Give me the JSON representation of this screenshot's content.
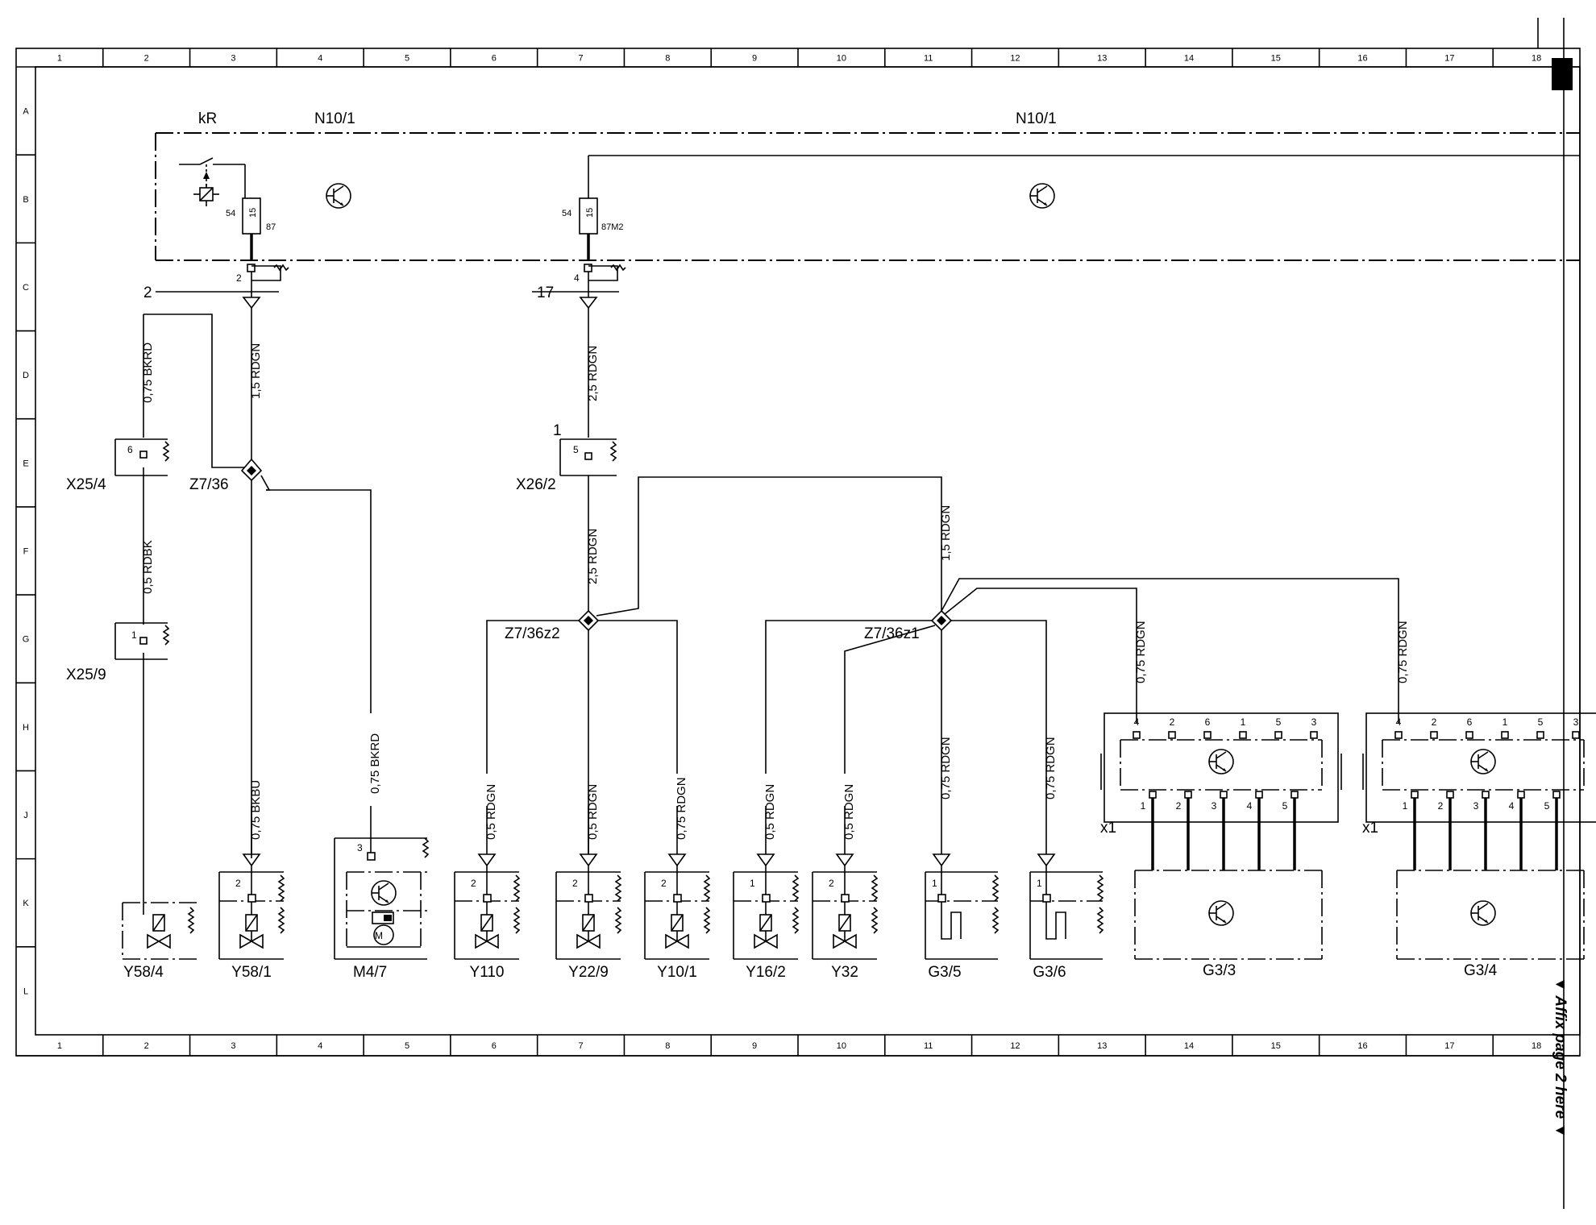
{
  "frame": {
    "columns": [
      "1",
      "2",
      "3",
      "4",
      "5",
      "6",
      "7",
      "8",
      "9",
      "10",
      "11",
      "12",
      "13",
      "14",
      "15",
      "16",
      "17",
      "18"
    ],
    "rows": [
      "A",
      "B",
      "C",
      "D",
      "E",
      "F",
      "G",
      "H",
      "J",
      "K",
      "L"
    ]
  },
  "modules": {
    "kR": "kR",
    "N10_1_left": "N10/1",
    "N10_1_right": "N10/1"
  },
  "relay_terms": {
    "t54": "54",
    "t15": "15",
    "t87": "87",
    "t87M2": "87M2"
  },
  "pins": {
    "p2": "2",
    "p4": "4",
    "lbl2": "2",
    "lbl17": "17",
    "x26_pin": "1"
  },
  "wires": {
    "w_bkrd_1": "0,75 BKRD",
    "w_rdgn_15": "1,5 RDGN",
    "w_rdgn_25a": "2,5 RDGN",
    "w_rdbk": "0,5 RDBK",
    "w_rdgn_25b": "2,5 RDGN",
    "w_rdgn_15b": "1,5 RDGN",
    "w_rdgn_075_g33": "0,75 RDGN",
    "w_rdgn_075_g34": "0,75 RDGN",
    "w_bkrd_2": "0,75 BKRD",
    "w_bkbu": "0,75 BKBU",
    "w_y110": "0,5 RDGN",
    "w_y229": "0,5 RDGN",
    "w_y101": "0,75 RDGN",
    "w_y162": "0,5 RDGN",
    "w_y32": "0,5 RDGN",
    "w_g35": "0,75 RDGN",
    "w_g36": "0,75 RDGN"
  },
  "connectors": {
    "x25_4": "X25/4",
    "x25_9": "X25/9",
    "x26_2": "X26/2",
    "x25_4_pin": "6",
    "x25_9_pin": "1",
    "x26_2_pin": "5"
  },
  "splices": {
    "z7_36": "Z7/36",
    "z7_36z2": "Z7/36z2",
    "z7_36z1": "Z7/36z1"
  },
  "components": {
    "y58_4": "Y58/4",
    "y58_1": "Y58/1",
    "m4_7": "M4/7",
    "y110": "Y110",
    "y22_9": "Y22/9",
    "y10_1": "Y10/1",
    "y16_2": "Y16/2",
    "y32": "Y32",
    "g3_5": "G3/5",
    "g3_6": "G3/6",
    "g3_3": "G3/3",
    "g3_4": "G3/4"
  },
  "comp_pins": {
    "y58_1": "2",
    "m4_7": "3",
    "y110": "2",
    "y22_9": "2",
    "y10_1": "2",
    "y16_2": "1",
    "y32": "2",
    "g3_5": "1",
    "g3_6": "1"
  },
  "motor": "M",
  "sensor_pins_top": [
    "4",
    "2",
    "6",
    "1",
    "5",
    "3"
  ],
  "sensor_pins_bottom": [
    "1",
    "2",
    "3",
    "4",
    "5"
  ],
  "x1_label": "x1",
  "note": "▼ Affix page 2 here ▼"
}
